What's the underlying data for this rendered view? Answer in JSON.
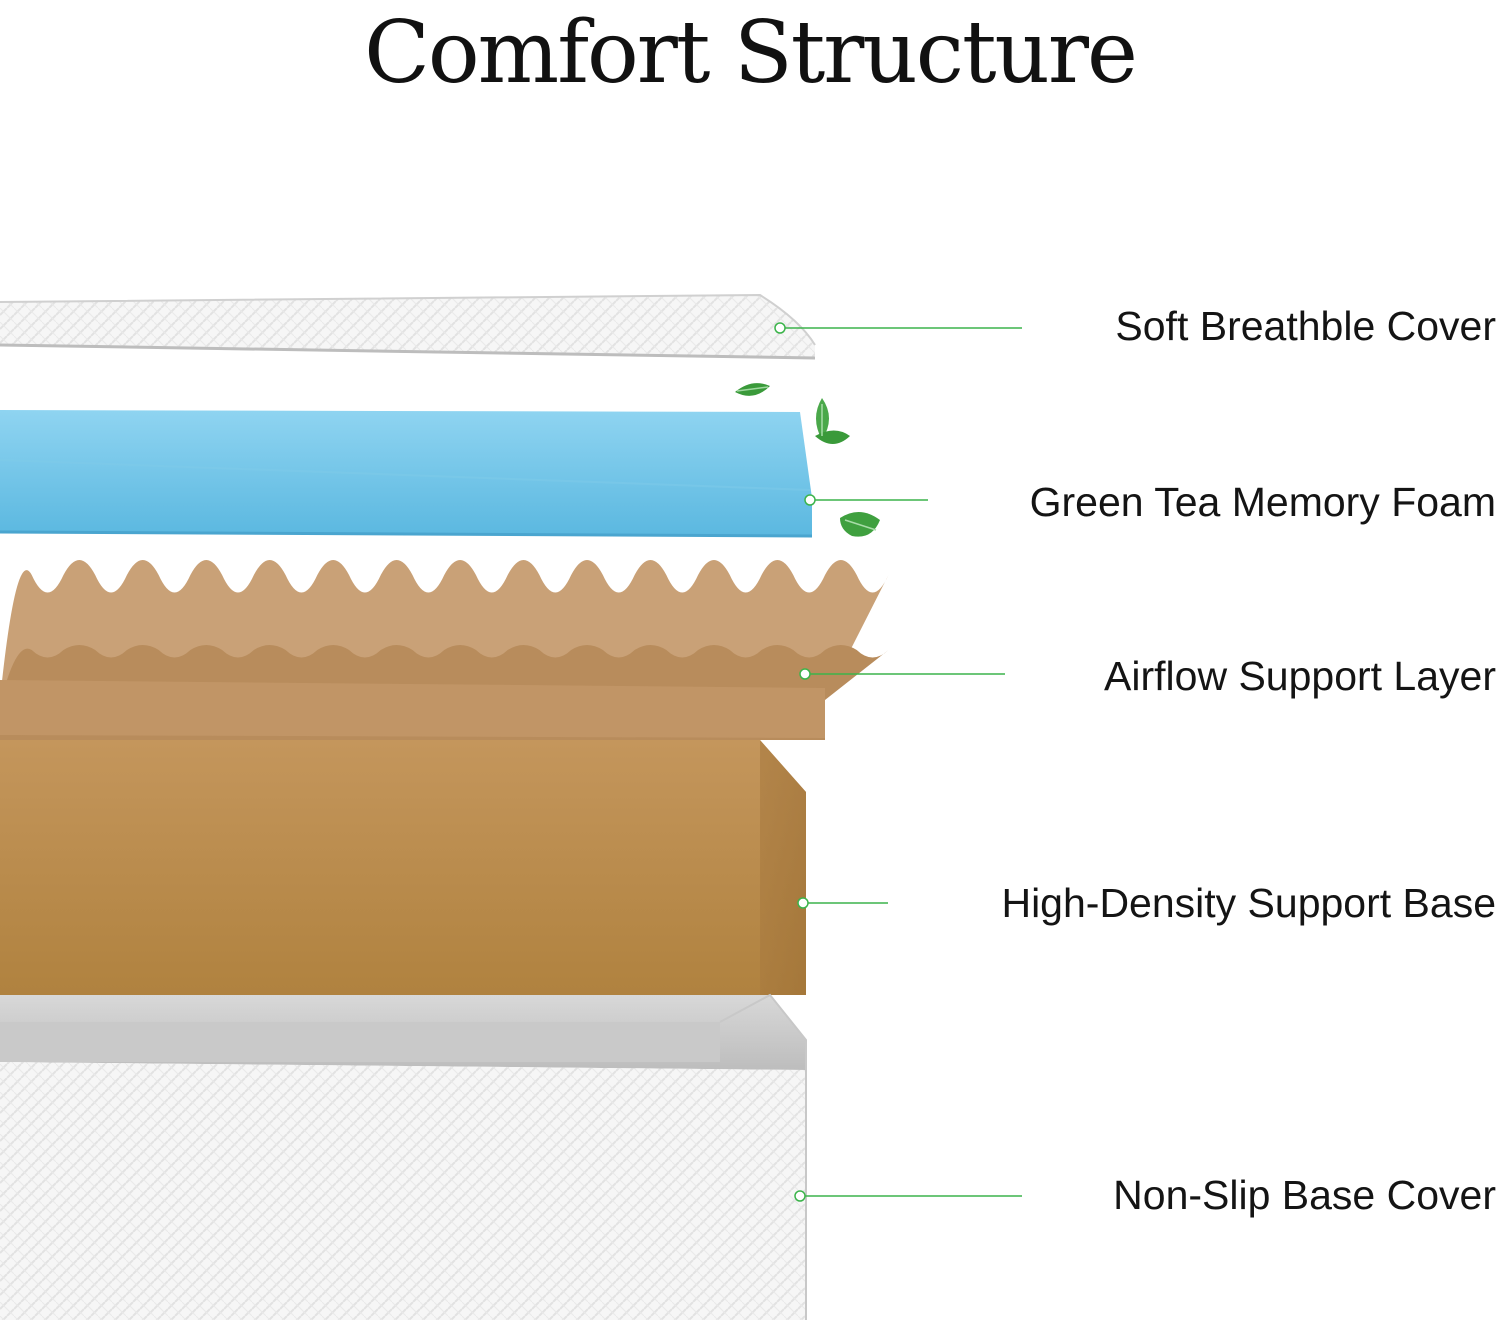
{
  "title": "Comfort Structure",
  "accent_color": "#3cb44b",
  "layers": [
    {
      "label": "Soft Breathble Cover",
      "material": "white-knit-cover",
      "color": "#ececec"
    },
    {
      "label": "Green Tea Memory Foam",
      "material": "blue-memory-foam",
      "color": "#6ec3e8"
    },
    {
      "label": "Airflow Support Layer",
      "material": "egg-crate-foam",
      "color": "#c2996a"
    },
    {
      "label": "High-Density Support Base",
      "material": "dense-foam-block",
      "color": "#b98a52"
    },
    {
      "label": "Non-Slip Base Cover",
      "material": "white-knit-cover",
      "color": "#f4f4f4"
    }
  ],
  "icons": [
    "leaf-icon",
    "leaf-icon",
    "leaf-icon"
  ]
}
